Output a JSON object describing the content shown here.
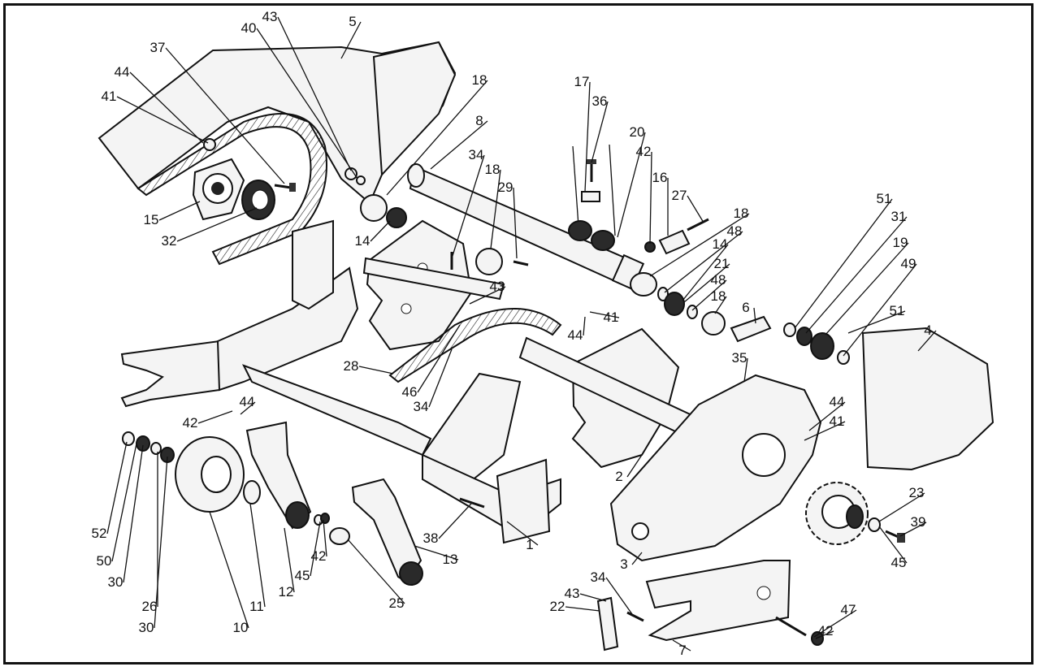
{
  "diagram": {
    "part_labels": [
      "1",
      "2",
      "3",
      "4",
      "5",
      "6",
      "7",
      "8",
      "10",
      "11",
      "12",
      "13",
      "14",
      "14",
      "15",
      "16",
      "17",
      "18",
      "18",
      "18",
      "18",
      "19",
      "20",
      "21",
      "22",
      "23",
      "25",
      "26",
      "27",
      "28",
      "29",
      "30",
      "30",
      "31",
      "32",
      "34",
      "34",
      "34",
      "35",
      "36",
      "37",
      "38",
      "39",
      "40",
      "41",
      "41",
      "41",
      "42",
      "42",
      "42",
      "42",
      "43",
      "43",
      "43",
      "44",
      "44",
      "44",
      "44",
      "45",
      "45",
      "46",
      "47",
      "48",
      "48",
      "49",
      "50",
      "51",
      "51",
      "52"
    ]
  }
}
